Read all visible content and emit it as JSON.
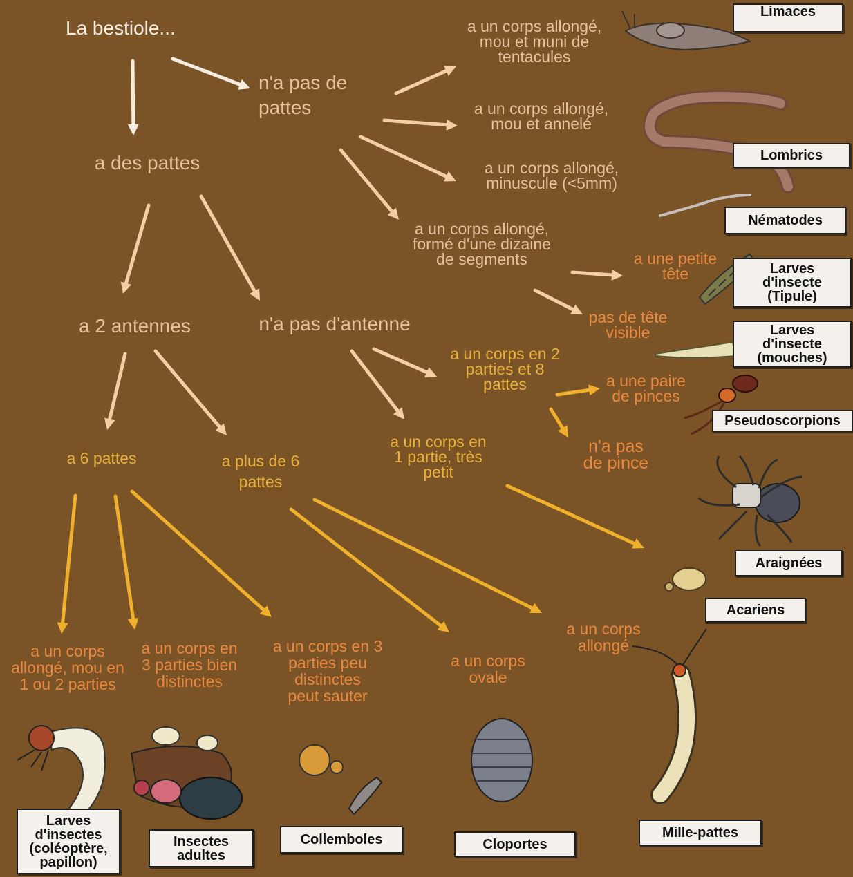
{
  "nodes": {
    "root": "La bestiole...",
    "no_legs": "n'a pas de\npattes",
    "has_legs": "a des pattes",
    "slug_desc": "a un corps allongé,\nmou et muni de\ntentacules",
    "worm_desc": "a un corps allongé,\nmou et annelé",
    "nematode_desc": "a un corps allongé,\nminuscule (<5mm)",
    "larva_seg_desc": "a un corps allongé,\nformé d'une dizaine\nde segments",
    "small_head": "a une petite\ntête",
    "no_head": "pas de tête\nvisible",
    "two_antennae": "a 2 antennes",
    "no_antenna": "n'a pas d'antenne",
    "body_2_parts": "a un corps en 2\nparties et 8\npattes",
    "pincers": "a une paire\nde pinces",
    "no_pincers": "n'a pas\nde pince",
    "body_1_part": "a un corps en\n1 partie, très\npetit",
    "six_legs": "a 6 pattes",
    "more_six_legs": "a plus de 6\npattes",
    "soft_body": "a un corps\nallongé, mou en\n1 ou  2 parties",
    "three_parts": "a un corps en\n3 parties bien\ndistinctes",
    "springtail_desc": "a un corps en 3\nparties peu\ndistinctes\npeut sauter",
    "oval_body": "a un corps\novale",
    "long_body": "a un corps\nallongé"
  },
  "labels": {
    "limaces": "Limaces",
    "lombrics": "Lombrics",
    "nematodes": "Nématodes",
    "tipule": "Larves\nd'insecte\n(Tipule)",
    "mouches": "Larves\nd'insecte\n(mouches)",
    "pseudoscorpions": "Pseudoscorpions",
    "araignees": "Araignées",
    "acariens": "Acariens",
    "larves_insectes": "Larves\nd'insectes\n(coléoptère,\npapillon)",
    "insectes_adultes": "Insectes\nadultes",
    "collemboles": "Collemboles",
    "cloportes": "Cloportes",
    "mille_pattes": "Mille-pattes"
  },
  "colors": {
    "background": "#7a5326",
    "text_white": "#f3ece0",
    "text_beige": "#e4c29b",
    "text_gold": "#e8b13c",
    "text_orange": "#e9893f",
    "arrow_white": "#f4ecdf",
    "arrow_beige": "#f2cfa4",
    "arrow_gold": "#efb02c",
    "label_box": "#f4f1ec"
  },
  "icons": [
    "slug-icon",
    "earthworm-icon",
    "nematode-icon",
    "crane-fly-larva-icon",
    "fly-larva-icon",
    "pseudoscorpion-icon",
    "spider-icon",
    "mite-icon",
    "beetle-larva-icon",
    "ant-icon",
    "beetle-icon",
    "springtail-icon",
    "woodlouse-icon",
    "centipede-icon"
  ]
}
